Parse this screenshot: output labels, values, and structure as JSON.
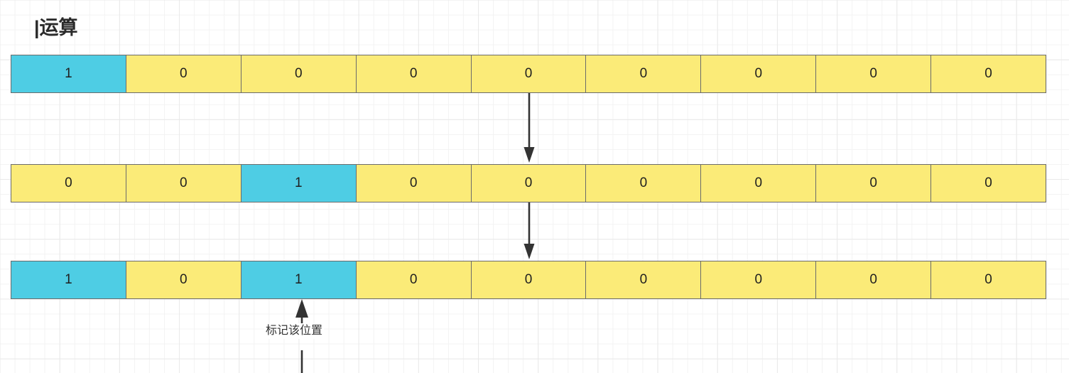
{
  "diagram": {
    "title": "|运算",
    "annotation_label": "标记该位置",
    "colors": {
      "bit_on": "#4ecde4",
      "bit_off": "#fbeb78",
      "cell_border": "#6b6b6b",
      "arrow": "#333333",
      "text": "#1f1f1f",
      "grid_minor": "#f3f3f3",
      "grid_major": "#e9e9e9",
      "background": "#ffffff"
    },
    "rows": [
      {
        "name": "row-1",
        "cells": [
          {
            "value": "1",
            "state": "on"
          },
          {
            "value": "0",
            "state": "off"
          },
          {
            "value": "0",
            "state": "off"
          },
          {
            "value": "0",
            "state": "off"
          },
          {
            "value": "0",
            "state": "off"
          },
          {
            "value": "0",
            "state": "off"
          },
          {
            "value": "0",
            "state": "off"
          },
          {
            "value": "0",
            "state": "off"
          },
          {
            "value": "0",
            "state": "off"
          }
        ]
      },
      {
        "name": "row-2",
        "cells": [
          {
            "value": "0",
            "state": "off"
          },
          {
            "value": "0",
            "state": "off"
          },
          {
            "value": "1",
            "state": "on"
          },
          {
            "value": "0",
            "state": "off"
          },
          {
            "value": "0",
            "state": "off"
          },
          {
            "value": "0",
            "state": "off"
          },
          {
            "value": "0",
            "state": "off"
          },
          {
            "value": "0",
            "state": "off"
          },
          {
            "value": "0",
            "state": "off"
          }
        ]
      },
      {
        "name": "row-3",
        "cells": [
          {
            "value": "1",
            "state": "on"
          },
          {
            "value": "0",
            "state": "off"
          },
          {
            "value": "1",
            "state": "on"
          },
          {
            "value": "0",
            "state": "off"
          },
          {
            "value": "0",
            "state": "off"
          },
          {
            "value": "0",
            "state": "off"
          },
          {
            "value": "0",
            "state": "off"
          },
          {
            "value": "0",
            "state": "off"
          },
          {
            "value": "0",
            "state": "off"
          }
        ]
      }
    ]
  }
}
